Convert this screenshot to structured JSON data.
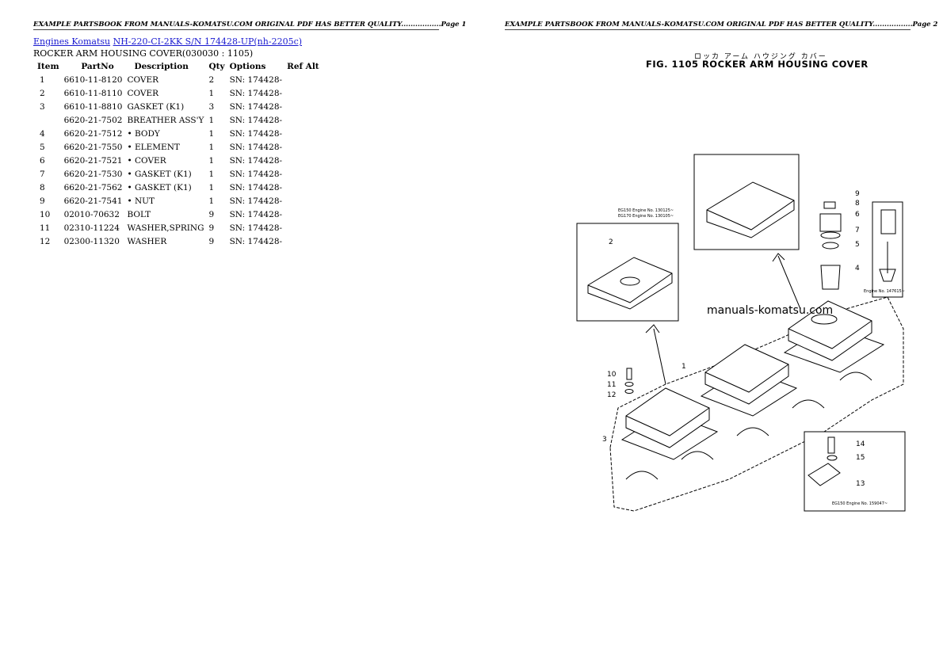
{
  "headers": {
    "page1": "EXAMPLE PARTSBOOK FROM MANUALS-KOMATSU.COM ORIGINAL PDF HAS BETTER QUALITY.................Page 1",
    "page2": "EXAMPLE PARTSBOOK FROM MANUALS-KOMATSU.COM ORIGINAL PDF HAS BETTER QUALITY.................Page 2"
  },
  "breadcrumb": {
    "link1": "Engines Komatsu",
    "link2": "NH-220-CI-2KK S/N 174428-UP(nh-2205c)"
  },
  "section_title": "ROCKER ARM HOUSING COVER(030030 : 1105)",
  "table": {
    "headers": [
      "Item",
      "PartNo",
      "Description",
      "Qty",
      "Options",
      "Ref Alt"
    ],
    "rows": [
      [
        "1",
        "6610-11-8120",
        "COVER",
        "2",
        "SN: 174428-",
        ""
      ],
      [
        "2",
        "6610-11-8110",
        "COVER",
        "1",
        "SN: 174428-",
        ""
      ],
      [
        "3",
        "6610-11-8810",
        "GASKET (K1)",
        "3",
        "SN: 174428-",
        ""
      ],
      [
        "",
        "6620-21-7502",
        "BREATHER ASS'Y",
        "1",
        "SN: 174428-",
        ""
      ],
      [
        "4",
        "6620-21-7512",
        "• BODY",
        "1",
        "SN: 174428-",
        ""
      ],
      [
        "5",
        "6620-21-7550",
        "• ELEMENT",
        "1",
        "SN: 174428-",
        ""
      ],
      [
        "6",
        "6620-21-7521",
        "• COVER",
        "1",
        "SN: 174428-",
        ""
      ],
      [
        "7",
        "6620-21-7530",
        "• GASKET (K1)",
        "1",
        "SN: 174428-",
        ""
      ],
      [
        "8",
        "6620-21-7562",
        "• GASKET (K1)",
        "1",
        "SN: 174428-",
        ""
      ],
      [
        "9",
        "6620-21-7541",
        "• NUT",
        "1",
        "SN: 174428-",
        ""
      ],
      [
        "10",
        "02010-70632",
        "BOLT",
        "9",
        "SN: 174428-",
        ""
      ],
      [
        "11",
        "02310-11224",
        "WASHER,SPRING",
        "9",
        "SN: 174428-",
        ""
      ],
      [
        "12",
        "02300-11320",
        "WASHER",
        "9",
        "SN: 174428-",
        ""
      ]
    ]
  },
  "figure": {
    "title_jp": "ロッカ アーム ハウジング カバー",
    "title": "FIG. 1105  ROCKER ARM HOUSING COVER",
    "watermark": "manuals-komatsu.com",
    "callouts": [
      "1",
      "2",
      "3",
      "4",
      "5",
      "6",
      "7",
      "8",
      "9",
      "10",
      "11",
      "12",
      "13",
      "14",
      "15"
    ],
    "inset_note_1": "EG150 Engine No. 130125~",
    "inset_note_2": "EG170 Engine No. 130105~",
    "inset_note_3": "Engine No. 147615~",
    "inset_note_4": "EG150 Engine No. 159047~"
  }
}
